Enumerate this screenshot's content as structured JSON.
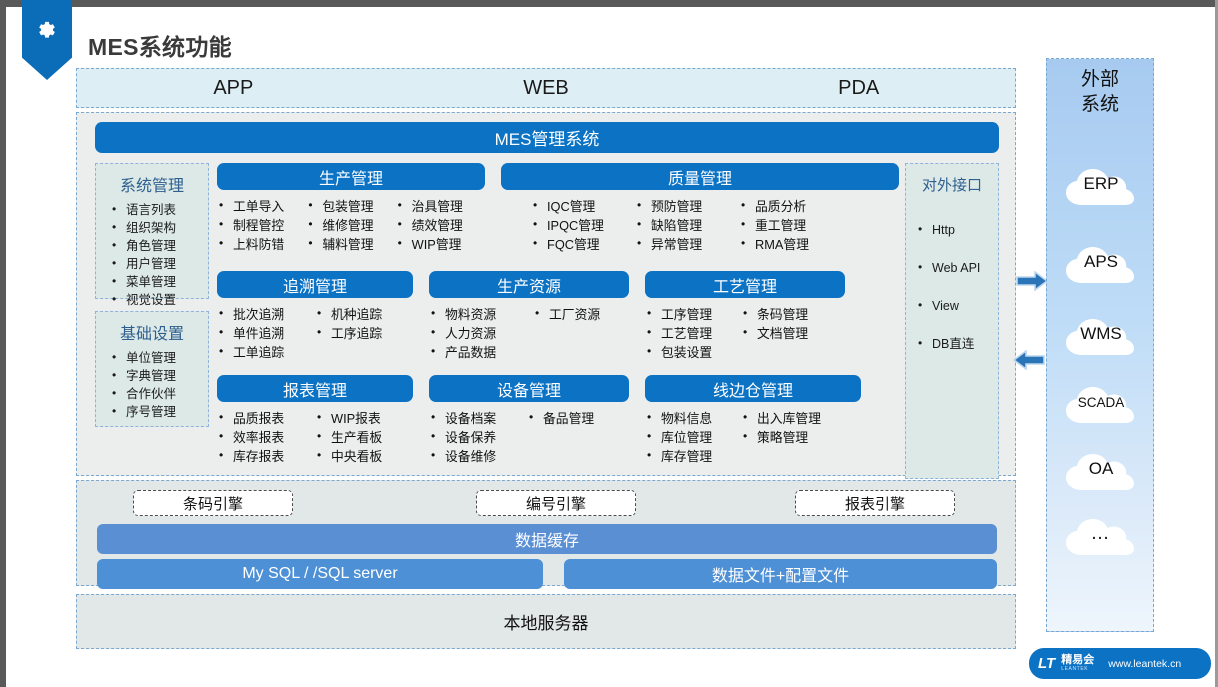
{
  "page_title": "MES系统功能",
  "colors": {
    "primary": "#0b72c4",
    "panel_bg": "#eceded",
    "side_panel_bg": "#dce9e7",
    "client_bar_bg": "#ddeef5",
    "cache_bar": "#5b8fd4",
    "db_bar": "#4d90d6"
  },
  "client_bar": {
    "items": [
      "APP",
      "WEB",
      "PDA"
    ]
  },
  "mes_header": "MES管理系统",
  "side_panels": [
    {
      "title": "系统管理",
      "items": [
        "语言列表",
        "组织架构",
        "角色管理",
        "用户管理",
        "菜单管理",
        "视觉设置"
      ]
    },
    {
      "title": "基础设置",
      "items": [
        "单位管理",
        "字典管理",
        "合作伙伴",
        "序号管理"
      ]
    }
  ],
  "api_panel": {
    "title": "对外接口",
    "items": [
      "Http",
      "Web API",
      "View",
      "DB直连"
    ]
  },
  "modules": [
    {
      "id": "prod",
      "title": "生产管理",
      "columns": [
        [
          "工单导入",
          "制程管控",
          "上料防错"
        ],
        [
          "包装管理",
          "维修管理",
          "辅料管理"
        ],
        [
          "治具管理",
          "绩效管理",
          "WIP管理"
        ]
      ]
    },
    {
      "id": "qual",
      "title": "质量管理",
      "columns": [
        [
          "IQC管理",
          "IPQC管理",
          "FQC管理"
        ],
        [
          "预防管理",
          "缺陷管理",
          "异常管理"
        ],
        [
          "品质分析",
          "重工管理",
          "RMA管理"
        ]
      ]
    },
    {
      "id": "trace",
      "title": "追溯管理",
      "columns": [
        [
          "批次追溯",
          "单件追溯",
          "工单追踪"
        ],
        [
          "机种追踪",
          "工序追踪"
        ]
      ]
    },
    {
      "id": "res",
      "title": "生产资源",
      "columns": [
        [
          "物料资源",
          "人力资源",
          "产品数据"
        ],
        [
          "工厂资源"
        ]
      ]
    },
    {
      "id": "proc",
      "title": "工艺管理",
      "columns": [
        [
          "工序管理",
          "工艺管理",
          "包装设置"
        ],
        [
          "条码管理",
          "文档管理"
        ]
      ]
    },
    {
      "id": "rep",
      "title": "报表管理",
      "columns": [
        [
          "品质报表",
          "效率报表",
          "库存报表"
        ],
        [
          "WIP报表",
          "生产看板",
          "中央看板"
        ]
      ]
    },
    {
      "id": "equip",
      "title": "设备管理",
      "columns": [
        [
          "设备档案",
          "设备保养",
          "设备维修"
        ],
        [
          "备品管理"
        ]
      ]
    },
    {
      "id": "wh",
      "title": "线边仓管理",
      "columns": [
        [
          "物料信息",
          "库位管理",
          "库存管理"
        ],
        [
          "出入库管理",
          "策略管理"
        ]
      ]
    }
  ],
  "engines": [
    "条码引擎",
    "编号引擎",
    "报表引擎"
  ],
  "cache_bar": "数据缓存",
  "databases": [
    "My SQL / /SQL server",
    "数据文件+配置文件"
  ],
  "server_panel": "本地服务器",
  "external": {
    "title_line1": "外部",
    "title_line2": "系统",
    "clouds": [
      "ERP",
      "APS",
      "WMS",
      "SCADA",
      "OA",
      "…"
    ]
  },
  "logo": {
    "mark": "LT",
    "name": "精易会",
    "sub": "LEANTEK",
    "url": "www.leantek.cn"
  }
}
